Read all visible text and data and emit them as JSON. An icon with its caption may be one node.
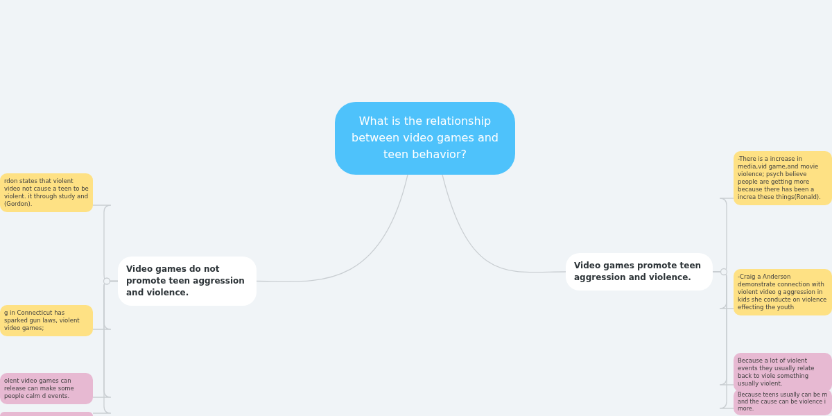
{
  "diagram": {
    "nodes": [
      {
        "text": [
          "What is the relationship between video games and teen behavior?"
        ]
      },
      {
        "text": [
          "Video games do not promote teen aggression and violence."
        ]
      },
      {
        "text": [
          "Video games promote teen aggression and violence."
        ]
      },
      {
        "text": [
          "rdon states that violent video not cause a teen to be violent. it through study and (Gordon)."
        ]
      },
      {
        "text": [
          "g in Connecticut has sparked gun laws, violent video games;"
        ]
      },
      {
        "text": [
          "olent video games can release can make some people calm d events."
        ]
      },
      {
        "text": [],
        "shape": "box"
      },
      {
        "text": [
          "-There is a increase in media,vid game,and movie violence; psych believe people are getting more because there has been a increa these things(Ronald)."
        ]
      },
      {
        "text": [
          "-Craig a Anderson demonstrate connection with violent video g aggression in kids she conducte on violence effecting the youth"
        ]
      },
      {
        "text": [
          "Because a lot of violent events they usually relate back to viole something usually violent."
        ]
      },
      {
        "text": [
          "Because teens usually can be m and the cause can be violence i more."
        ]
      }
    ],
    "edges": [
      {
        "from": 0,
        "to": 1,
        "arrow": "none"
      },
      {
        "from": 0,
        "to": 2,
        "arrow": "none"
      },
      {
        "from": 1,
        "to": 3,
        "arrow": "none"
      },
      {
        "from": 1,
        "to": 4,
        "arrow": "none"
      },
      {
        "from": 1,
        "to": 5,
        "arrow": "none"
      },
      {
        "from": 1,
        "to": 6,
        "arrow": "none"
      },
      {
        "from": 2,
        "to": 7,
        "arrow": "none"
      },
      {
        "from": 2,
        "to": 8,
        "arrow": "none"
      },
      {
        "from": 2,
        "to": 9,
        "arrow": "none"
      },
      {
        "from": 2,
        "to": 10,
        "arrow": "none"
      }
    ]
  }
}
